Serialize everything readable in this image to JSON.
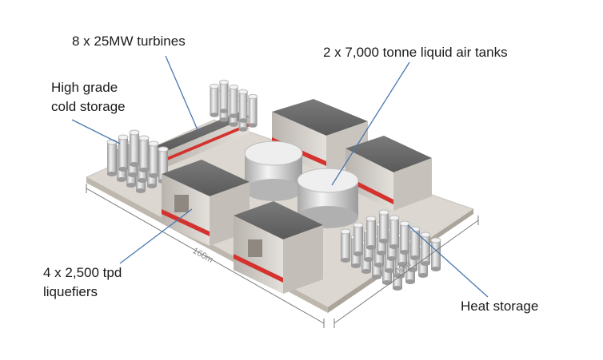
{
  "labels": {
    "turbines": "8 x 25MW turbines",
    "cold_storage_line1": "High grade",
    "cold_storage_line2": "cold storage",
    "air_tanks": "2 x 7,000 tonne liquid air tanks",
    "liquefiers_line1": "4 x 2,500 tpd",
    "liquefiers_line2": "liquefiers",
    "heat_storage": "Heat storage"
  },
  "dimensions": {
    "length": "160m",
    "width": "100m"
  },
  "colors": {
    "leader_line": "#4a78b0",
    "accent_stripe": "#d3322e",
    "building_roof": "#6e6e6e",
    "ground": "#d8d3cc"
  }
}
